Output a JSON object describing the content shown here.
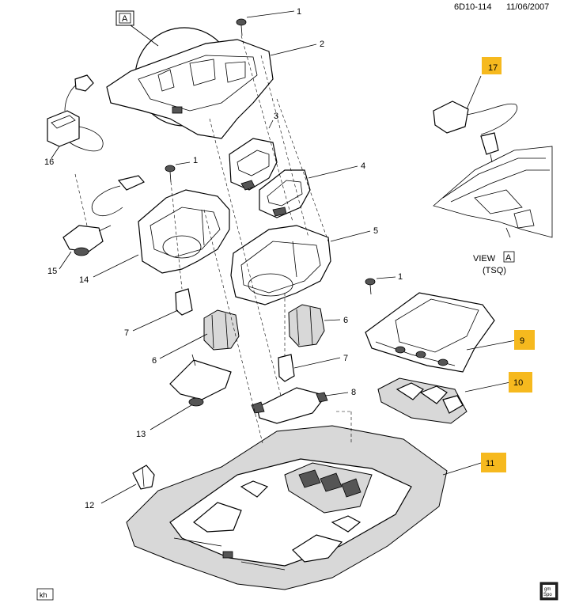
{
  "header": {
    "code": "6D10-114",
    "date": "11/06/2007"
  },
  "view": {
    "letter": "A",
    "view_label": "VIEW",
    "variant": "(TSQ)"
  },
  "badges": {
    "bottom_left": "kh",
    "bottom_right_top": "gm",
    "bottom_right_bottom": "Spo"
  },
  "highlight_color": "#f6b91e",
  "callouts": {
    "c1a": "1",
    "c1b": "1",
    "c1c": "1",
    "c2": "2",
    "c3": "3",
    "c4": "4",
    "c5": "5",
    "c6a": "6",
    "c6b": "6",
    "c7a": "7",
    "c7b": "7",
    "c8": "8",
    "c9": "9",
    "c10": "10",
    "c11": "11",
    "c12": "12",
    "c13": "13",
    "c14": "14",
    "c15": "15",
    "c16": "16",
    "c17": "17"
  }
}
